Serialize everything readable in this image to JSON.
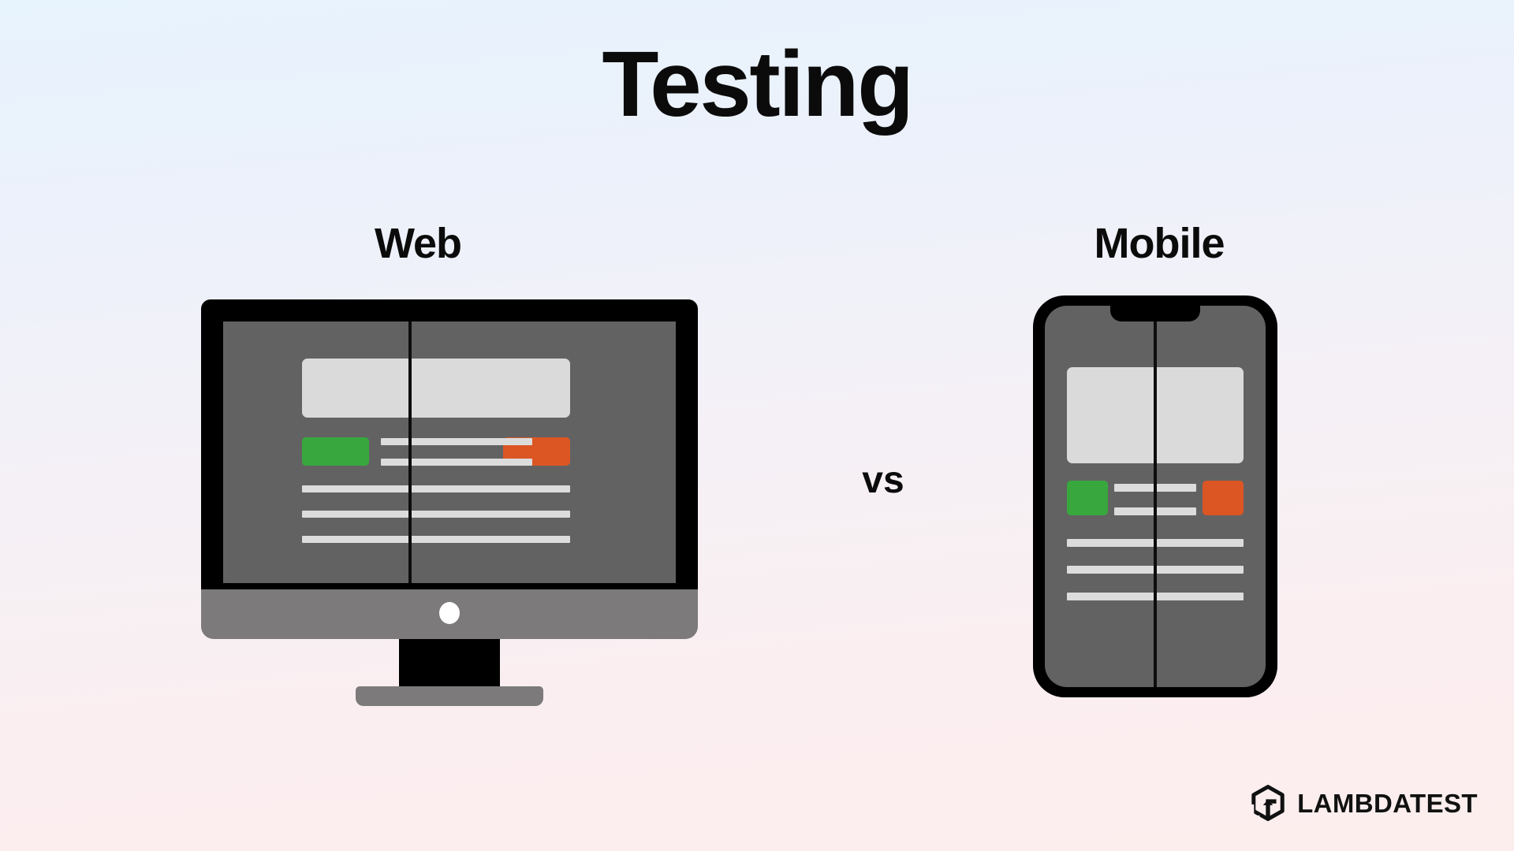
{
  "title": "Testing",
  "columns": {
    "web": {
      "label": "Web",
      "device": "desktop-monitor"
    },
    "mobile": {
      "label": "Mobile",
      "device": "smartphone"
    }
  },
  "separator": {
    "label": "vs"
  },
  "wireframe": {
    "hero_placeholder": "",
    "primary_button": "",
    "secondary_button": "",
    "text_lines": 3
  },
  "brand": {
    "name": "LAMBDATEST",
    "mark": "lambdatest-hexagon-arrow-icon"
  },
  "colors": {
    "background_top": "#e7f3fd",
    "background_mid": "#f4f3f7",
    "background_bottom": "#fdeeee",
    "device_frame": "#000000",
    "screen": "#626262",
    "chin": "#7c7a7a",
    "hero_block": "#dadada",
    "text_bar": "#dcdcdc",
    "green_button": "#38a83e",
    "orange_button": "#dc5624",
    "text": "#0b0b0b"
  }
}
